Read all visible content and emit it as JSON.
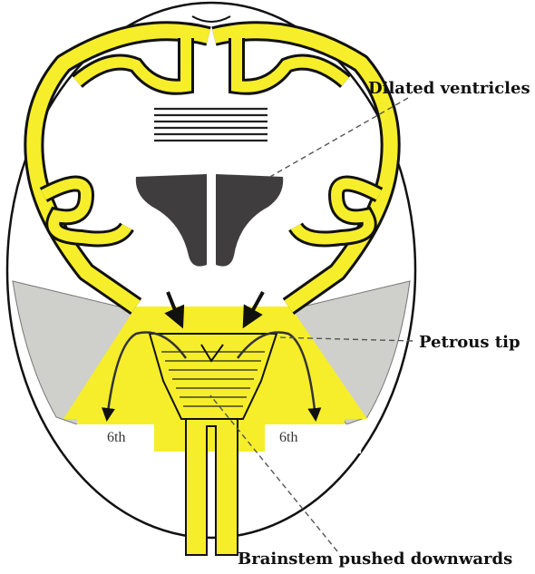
{
  "labels": {
    "ventricles": "Dilated ventricles",
    "petrous": "Petrous tip",
    "brainstem": "Brainstem pushed downwards",
    "nerve_left": "6th",
    "nerve_right": "6th"
  },
  "colors": {
    "brain": "#f6ee2a",
    "outline": "#111111",
    "ventricle": "#3f3d3d",
    "petrous_bone": "#cfcfcb",
    "background": "#ffffff",
    "leader": "#555555"
  },
  "icons": {
    "herniation_arrows": "arrow-down-icon",
    "nerve_arrows": "arrow-down-icon"
  }
}
